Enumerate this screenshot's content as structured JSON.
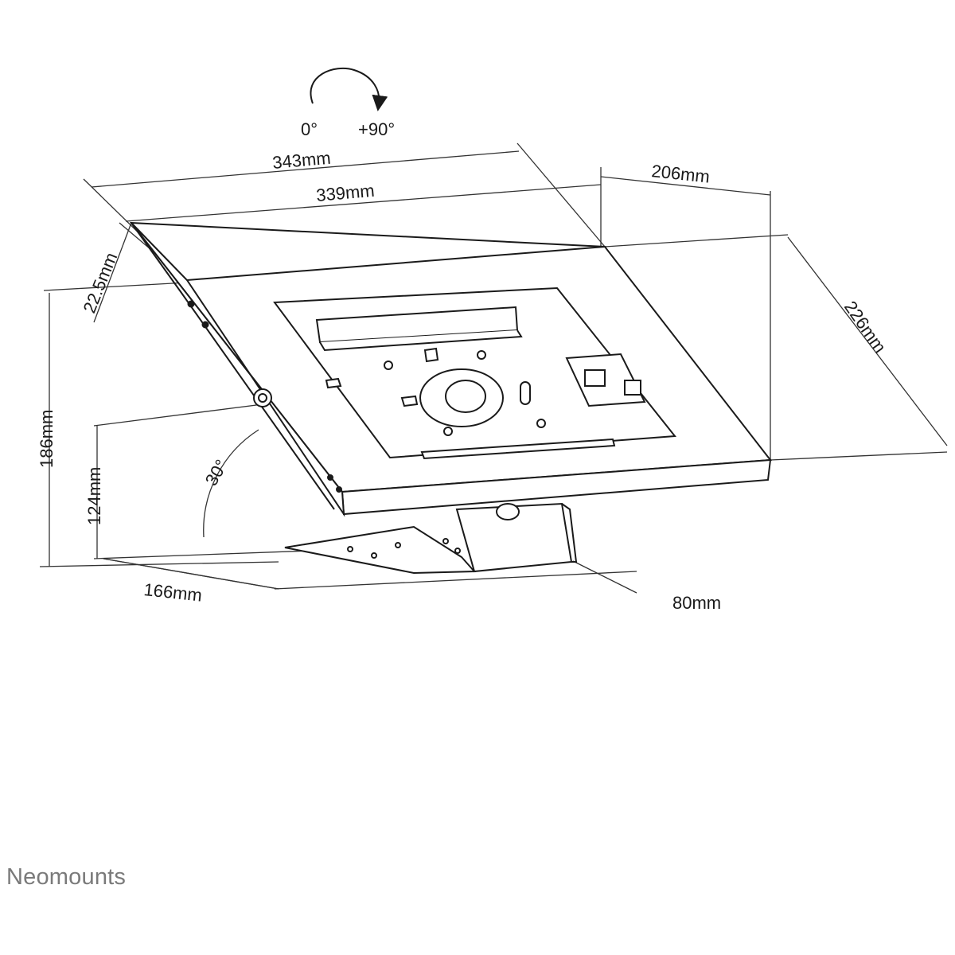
{
  "rotation": {
    "start_label": "0°",
    "end_label": "+90°"
  },
  "dimensions": {
    "outer_width": "343mm",
    "inner_width": "339mm",
    "depth_top": "206mm",
    "depth": "22.5mm",
    "height_right": "226mm",
    "total_height": "186mm",
    "base_height": "124mm",
    "tilt_angle": "30°",
    "base_length": "166mm",
    "base_width": "80mm"
  },
  "brand": "Neomounts",
  "colors": {
    "line": "#1a1a1a",
    "dim_line": "#333333",
    "brand": "#7a7a7a"
  }
}
